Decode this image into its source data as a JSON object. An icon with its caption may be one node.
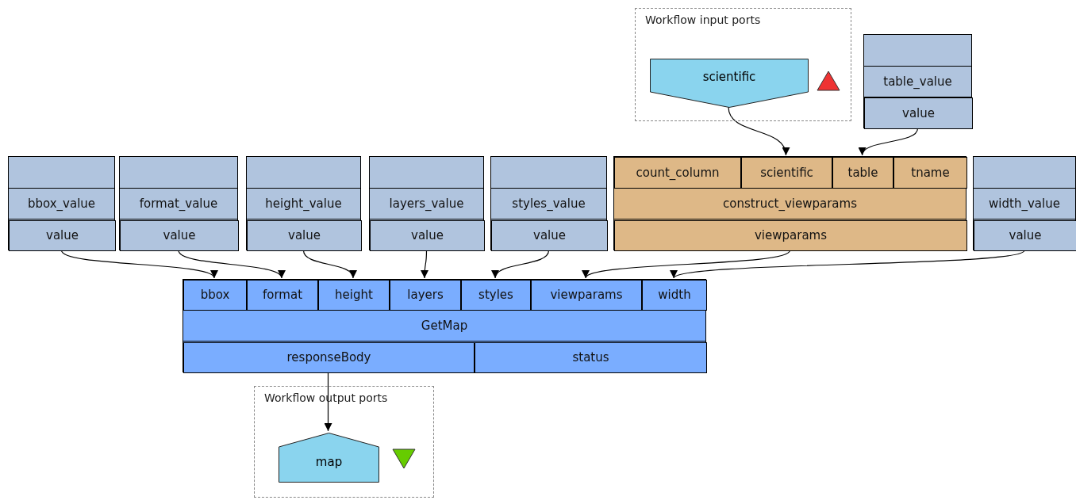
{
  "diagram": {
    "nodes": [
      {
        "text": [
          "Workflow input ports"
        ]
      },
      {
        "text": [
          "scientific"
        ],
        "in": 0
      },
      {
        "text": [
          "table_value"
        ]
      },
      {
        "text": [
          "value"
        ],
        "in": 2
      },
      {
        "text": [
          "bbox_value"
        ]
      },
      {
        "text": [
          "value"
        ],
        "in": 4
      },
      {
        "text": [
          "format_value"
        ]
      },
      {
        "text": [
          "value"
        ],
        "in": 6
      },
      {
        "text": [
          "height_value"
        ]
      },
      {
        "text": [
          "value"
        ],
        "in": 8
      },
      {
        "text": [
          "layers_value"
        ]
      },
      {
        "text": [
          "value"
        ],
        "in": 10
      },
      {
        "text": [
          "styles_value"
        ]
      },
      {
        "text": [
          "value"
        ],
        "in": 12
      },
      {
        "text": [
          "construct_viewparams"
        ]
      },
      {
        "text": [
          "count_column"
        ],
        "in": 14
      },
      {
        "text": [
          "scientific"
        ],
        "in": 14
      },
      {
        "text": [
          "table"
        ],
        "in": 14
      },
      {
        "text": [
          "tname"
        ],
        "in": 14
      },
      {
        "text": [
          "viewparams"
        ],
        "in": 14
      },
      {
        "text": [
          "width_value"
        ]
      },
      {
        "text": [
          "value"
        ],
        "in": 20
      },
      {
        "text": [
          "GetMap"
        ]
      },
      {
        "text": [
          "bbox"
        ],
        "in": 22
      },
      {
        "text": [
          "format"
        ],
        "in": 22
      },
      {
        "text": [
          "height"
        ],
        "in": 22
      },
      {
        "text": [
          "layers"
        ],
        "in": 22
      },
      {
        "text": [
          "styles"
        ],
        "in": 22
      },
      {
        "text": [
          "viewparams"
        ],
        "in": 22
      },
      {
        "text": [
          "width"
        ],
        "in": 22
      },
      {
        "text": [
          "responseBody"
        ],
        "in": 22
      },
      {
        "text": [
          "status"
        ],
        "in": 22
      },
      {
        "text": [
          "Workflow output ports"
        ]
      },
      {
        "text": [
          "map"
        ],
        "in": 32
      }
    ],
    "edges": [
      {
        "from": 1,
        "to": 16,
        "arrow": "to"
      },
      {
        "from": 3,
        "to": 17,
        "arrow": "to"
      },
      {
        "from": 5,
        "to": 23,
        "arrow": "to"
      },
      {
        "from": 7,
        "to": 24,
        "arrow": "to"
      },
      {
        "from": 9,
        "to": 25,
        "arrow": "to"
      },
      {
        "from": 11,
        "to": 26,
        "arrow": "to"
      },
      {
        "from": 13,
        "to": 27,
        "arrow": "to"
      },
      {
        "from": 19,
        "to": 28,
        "arrow": "to"
      },
      {
        "from": 21,
        "to": 29,
        "arrow": "to"
      },
      {
        "from": 30,
        "to": 33,
        "arrow": "to"
      }
    ]
  }
}
